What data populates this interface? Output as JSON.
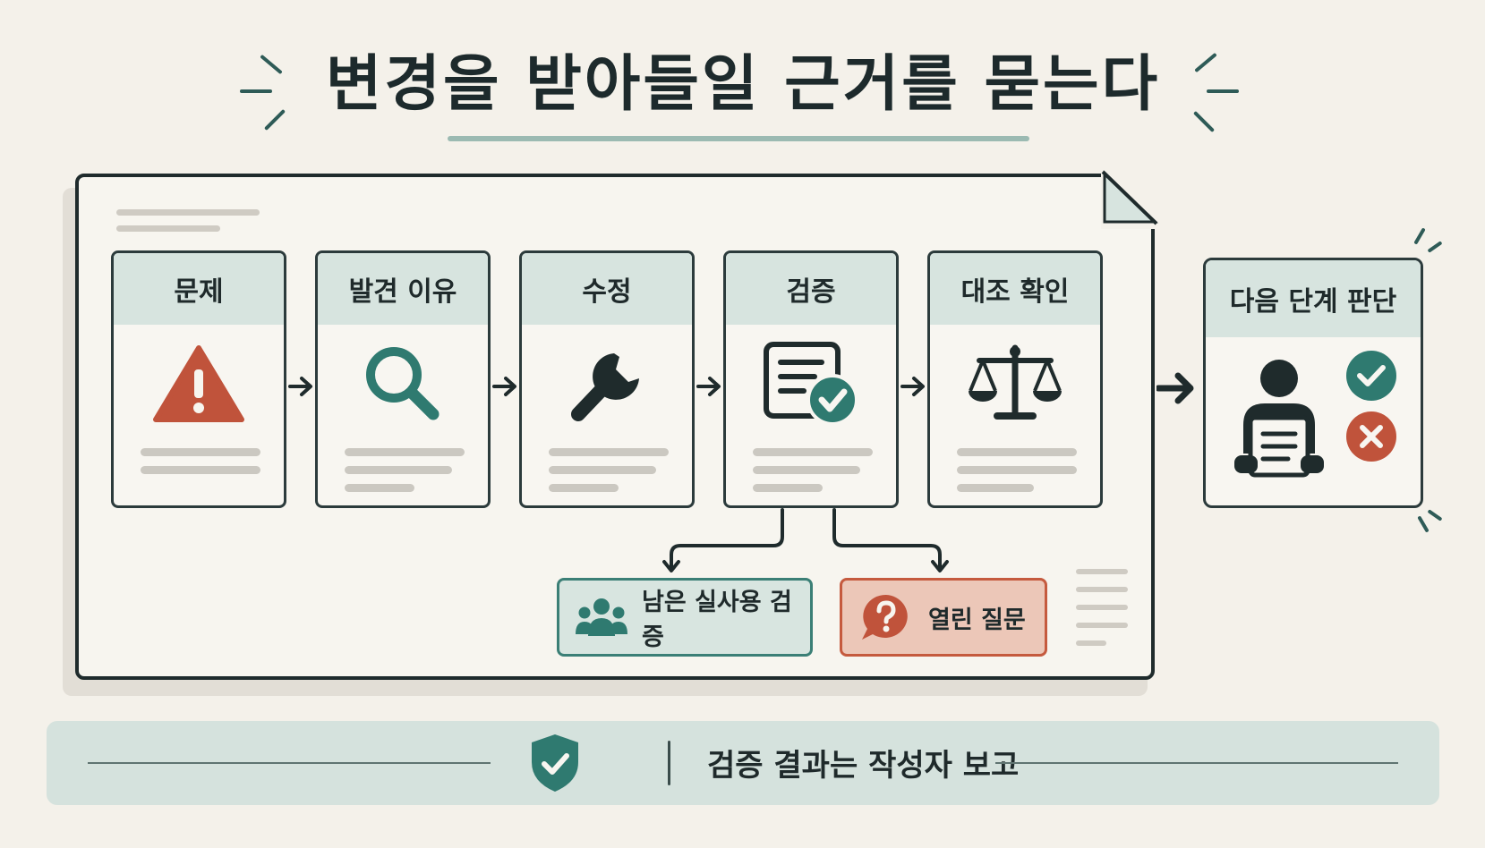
{
  "title": "변경을 받아들일 근거를 묻는다",
  "steps": [
    {
      "label": "문제",
      "icon": "warning-icon"
    },
    {
      "label": "발견 이유",
      "icon": "magnifier-icon"
    },
    {
      "label": "수정",
      "icon": "wrench-icon"
    },
    {
      "label": "검증",
      "icon": "checked-document-icon"
    },
    {
      "label": "대조 확인",
      "icon": "balance-scale-icon"
    }
  ],
  "decision": {
    "label": "다음 단계 판단",
    "icons": [
      "person-icon",
      "check-circle-icon",
      "x-circle-icon"
    ]
  },
  "branches": {
    "remaining": {
      "label": "남은 실사용 검증",
      "icon": "group-icon"
    },
    "questions": {
      "label": "열린 질문",
      "icon": "question-bubble-icon"
    }
  },
  "footer": {
    "text": "검증 결과는 작성자 보고",
    "icon": "shield-check-icon"
  },
  "colors": {
    "background": "#f4f1ea",
    "ink": "#1f2b2c",
    "teal": "#2f7a70",
    "red": "#c0533b",
    "header_fill": "#d7e4df"
  }
}
